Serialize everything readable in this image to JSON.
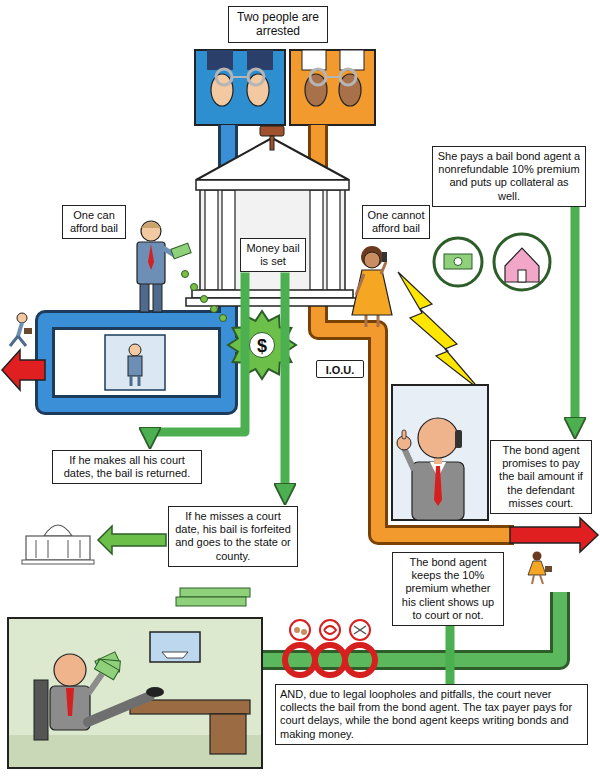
{
  "diagram": {
    "nodes": [
      {
        "text": [
          "Two people are arrested"
        ]
      },
      {
        "text": [
          "One can afford bail"
        ]
      },
      {
        "text": [
          "Money bail is set"
        ]
      },
      {
        "text": [
          "One cannot afford bail"
        ]
      },
      {
        "text": [
          "She pays a bail bond agent a nonrefundable 10% premium and puts up collateral as well."
        ]
      },
      {
        "text": [
          "The bond agent promises to pay the bail amount if the defendant misses court."
        ]
      },
      {
        "text": [
          "If he makes all his court dates, the bail is returned."
        ]
      },
      {
        "text": [
          "If he misses a court date, his bail is forfeited and goes to the state or county."
        ]
      },
      {
        "text": [
          "The bond agent keeps the 10% premium whether his client shows up to court or not."
        ]
      },
      {
        "text": [
          "AND, due to legal loopholes and pitfalls, the court never collects the bail from the bond agent. The tax payer pays for court delays, while the bond agent keeps writing bonds and making money."
        ]
      }
    ],
    "edges": [
      {
        "from": 2,
        "to": 6,
        "arrow": "to"
      },
      {
        "from": 2,
        "to": 7,
        "arrow": "to"
      },
      {
        "from": 4,
        "to": 5,
        "arrow": "to"
      },
      {
        "from": 8,
        "to": 9,
        "arrow": "none"
      }
    ],
    "labels": [
      "$",
      "I.O.U."
    ]
  }
}
